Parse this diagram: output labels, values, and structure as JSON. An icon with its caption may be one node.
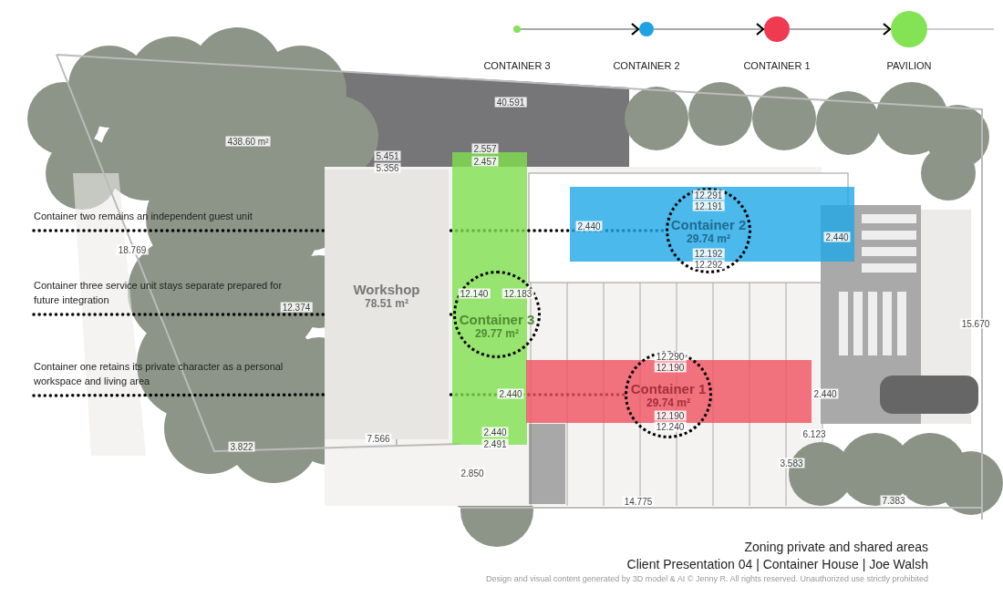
{
  "diagram": {
    "title": "Zoning private and shared areas",
    "nodes": [
      {
        "text": [],
        "shape": "circle",
        "beside": [
          "CONTAINER 3"
        ]
      },
      {
        "text": [],
        "shape": "circle",
        "beside": [
          "CONTAINER 2"
        ]
      },
      {
        "text": [],
        "shape": "circle",
        "beside": [
          "CONTAINER 1"
        ]
      },
      {
        "text": [],
        "shape": "circle",
        "beside": [
          "PAVILION"
        ]
      },
      {
        "text": [
          "Container two remains an independent guest unit"
        ]
      },
      {
        "text": [
          "Container three service unit stays separate prepared for future integration"
        ]
      },
      {
        "text": [
          "Container one retains its private character as a personal workspace and living area"
        ]
      },
      {
        "text": [
          "Workshop",
          "78.51 m²"
        ]
      },
      {
        "text": [],
        "shape": "box"
      },
      {
        "text": [],
        "shape": "box"
      },
      {
        "text": [],
        "shape": "box"
      },
      {
        "text": [
          "Container 2",
          "29.74 m²"
        ]
      },
      {
        "text": [
          "Container 3",
          "29.77 m²"
        ]
      },
      {
        "text": [
          "Container 1",
          "29.74 m²"
        ]
      }
    ],
    "edges": [
      {
        "from": 0,
        "to": 1,
        "arrow": "to"
      },
      {
        "from": 1,
        "to": 2,
        "arrow": "to"
      },
      {
        "from": 2,
        "to": 3,
        "arrow": "to"
      },
      {
        "from": 4,
        "to": 11,
        "arrow": "none",
        "style": "dashed",
        "color": "#000000"
      },
      {
        "from": 5,
        "to": 12,
        "arrow": "none",
        "style": "dashed",
        "color": "#000000"
      },
      {
        "from": 6,
        "to": 13,
        "arrow": "none",
        "style": "dashed",
        "color": "#000000"
      }
    ],
    "labels": [
      "40.591",
      "438.60 m²",
      "5.451",
      "5.356",
      "2.557",
      "2.457",
      "18.769",
      "12.374",
      "12.140",
      "12.183",
      "12.291",
      "12.191",
      "2.440",
      "12.192",
      "12.292",
      "2.440",
      "12.290",
      "12.190",
      "2.440",
      "2.440",
      "12.190",
      "12.240",
      "2.440",
      "2.491",
      "7.566",
      "3.822",
      "2.850",
      "14.775",
      "6.123",
      "3.583",
      "7.383",
      "15.670",
      "Client Presentation 04 | Container House | Joe Walsh",
      "Design and visual content generated by 3D model & AI © Jenny R. All rights reserved. Unauthorized use strictly prohibited"
    ]
  }
}
